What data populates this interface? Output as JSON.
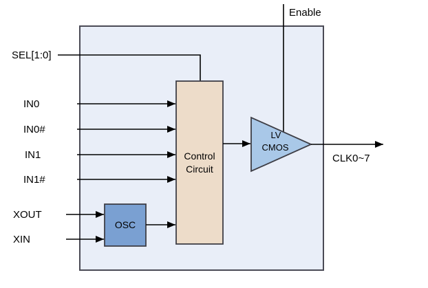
{
  "diagram": {
    "labels": {
      "enable": "Enable",
      "sel": "SEL[1:0]",
      "in0": "IN0",
      "in0_n": "IN0#",
      "in1": "IN1",
      "in1_n": "IN1#",
      "xout": "XOUT",
      "xin": "XIN",
      "clk_out": "CLK0~7"
    },
    "blocks": {
      "control": {
        "line1": "Control",
        "line2": "Circuit"
      },
      "osc": {
        "label": "OSC"
      },
      "output_buffer": {
        "line1": "LV",
        "line2": "CMOS"
      }
    },
    "colors": {
      "chip_fill": "#e9eef8",
      "control_fill": "#eddcc9",
      "osc_fill": "#7aa0d2",
      "buffer_fill": "#a9c8e8"
    }
  }
}
